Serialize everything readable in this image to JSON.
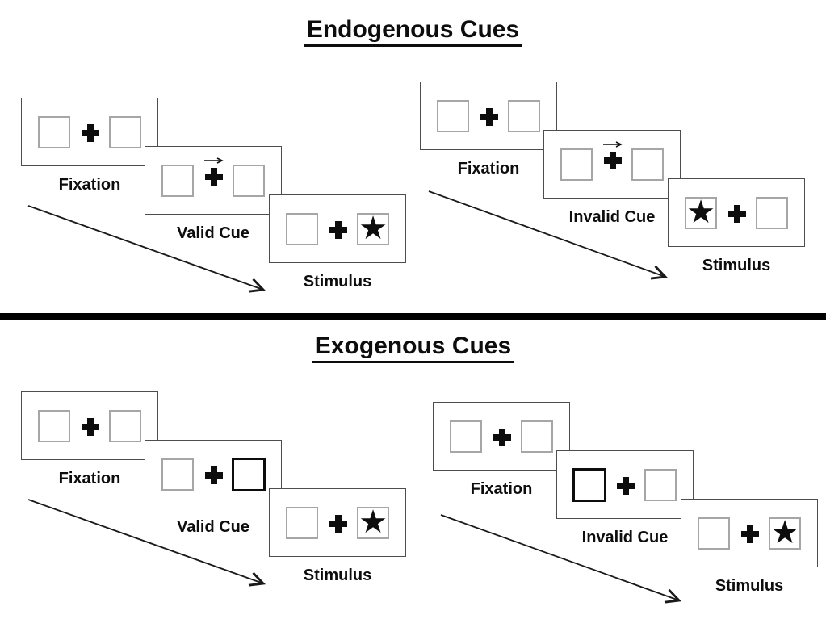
{
  "icons": {
    "star": "★",
    "fixation_cross": "+",
    "cue_arrow": "right-arrow",
    "sequence_arrow": "diagonal-down-right-arrow"
  },
  "colors": {
    "background": "#ffffff",
    "text": "#0d0d0d",
    "panel_border": "#4d4d4d",
    "box_border": "#a6a6a6",
    "cue_box_border": "#0d0d0d",
    "divider": "#000000"
  },
  "sections": [
    {
      "title": "Endogenous Cues",
      "groups": [
        {
          "trial_type": "valid",
          "panels": [
            {
              "label": "Fixation",
              "left_box": "empty",
              "right_box": "empty",
              "cue": "none"
            },
            {
              "label": "Valid Cue",
              "left_box": "empty",
              "right_box": "empty",
              "cue": "central-arrow-right"
            },
            {
              "label": "Stimulus",
              "left_box": "empty",
              "right_box": "star",
              "cue": "none"
            }
          ]
        },
        {
          "trial_type": "invalid",
          "panels": [
            {
              "label": "Fixation",
              "left_box": "empty",
              "right_box": "empty",
              "cue": "none"
            },
            {
              "label": "Invalid Cue",
              "left_box": "empty",
              "right_box": "empty",
              "cue": "central-arrow-right"
            },
            {
              "label": "Stimulus",
              "left_box": "star",
              "right_box": "empty",
              "cue": "none"
            }
          ]
        }
      ]
    },
    {
      "title": "Exogenous Cues",
      "groups": [
        {
          "trial_type": "valid",
          "panels": [
            {
              "label": "Fixation",
              "left_box": "empty",
              "right_box": "empty",
              "cue": "none"
            },
            {
              "label": "Valid Cue",
              "left_box": "empty",
              "right_box": "highlighted",
              "cue": "peripheral-box-right"
            },
            {
              "label": "Stimulus",
              "left_box": "empty",
              "right_box": "star",
              "cue": "none"
            }
          ]
        },
        {
          "trial_type": "invalid",
          "panels": [
            {
              "label": "Fixation",
              "left_box": "empty",
              "right_box": "empty",
              "cue": "none"
            },
            {
              "label": "Invalid Cue",
              "left_box": "highlighted",
              "right_box": "empty",
              "cue": "peripheral-box-left"
            },
            {
              "label": "Stimulus",
              "left_box": "empty",
              "right_box": "star",
              "cue": "none"
            }
          ]
        }
      ]
    }
  ]
}
